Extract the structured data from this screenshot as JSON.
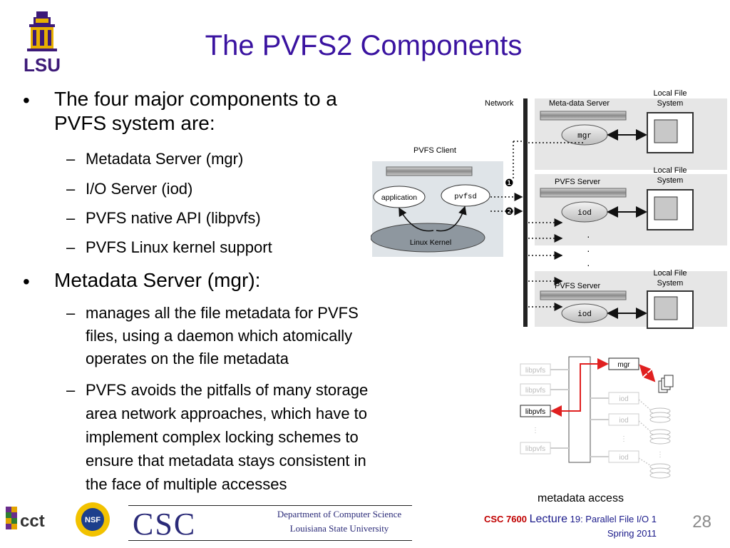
{
  "slide": {
    "title": "The PVFS2 Components",
    "bullets": [
      {
        "text_line1": "The four major components to a",
        "text_line2": "PVFS system are:",
        "subs": [
          "Metadata Server (mgr)",
          "I/O Server (iod)",
          "PVFS native API (libpvfs)",
          "PVFS Linux kernel support"
        ]
      },
      {
        "text_line1": "Metadata Server (mgr):",
        "sub_paragraphs": [
          [
            "manages all the file metadata for PVFS",
            "files, using a daemon which atomically",
            "operates on the file metadata"
          ],
          [
            "PVFS avoids the pitfalls of many storage",
            "area network approaches, which have to",
            "implement complex locking schemes to",
            "ensure that metadata stays consistent in",
            "the face of multiple accesses"
          ]
        ]
      }
    ],
    "bullet_glyph": "•",
    "dash_glyph": "–"
  },
  "logo": {
    "text": "LSU"
  },
  "diagram_top": {
    "network": "Network",
    "metadata_server": "Meta-data Server",
    "pvfs_server_1": "PVFS Server",
    "pvfs_server_2": "PVFS Server",
    "local_fs": [
      "Local File",
      "System"
    ],
    "pvfs_client": "PVFS Client",
    "application": "application",
    "pvfsd": "pvfsd",
    "linux_kernel": "Linux Kernel",
    "mgr": "mgr",
    "iod": "iod",
    "marker_1": "❶",
    "marker_2": "❷"
  },
  "diagram_bottom": {
    "libpvfs": "libpvfs",
    "mgr": "mgr",
    "iod": "iod"
  },
  "caption": "metadata access",
  "footer": {
    "course_code": "CSC 7600",
    "lecture_word": "Lecture",
    "lecture_rest": "19: Parallel File I/O 1",
    "term": "Spring 2011",
    "page_number": "28",
    "cct_text": "cct",
    "nsf_text": "NSF",
    "csc_text": "CSC",
    "dept_line1": "Department of Computer Science",
    "dept_line2": "Louisiana State University"
  },
  "colors": {
    "title": "#3a13a0",
    "footer_text": "#1a1a8a",
    "lsu_gold": "#e8b000",
    "lsu_purple": "#3d1a78",
    "arrow_red": "#e02020"
  }
}
